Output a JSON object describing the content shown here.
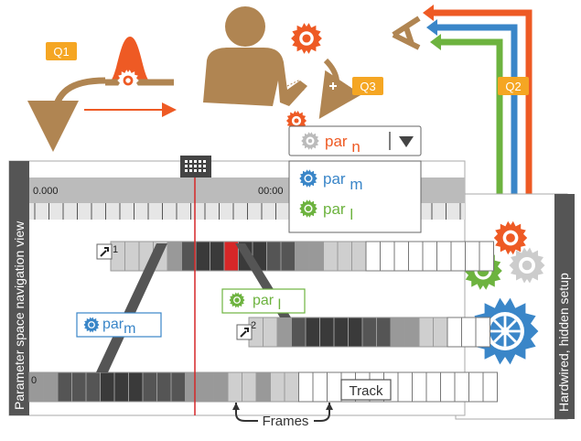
{
  "badges": {
    "q1": "Q1",
    "q2": "Q2",
    "q3": "Q3"
  },
  "dropdown": {
    "selected": {
      "base": "par",
      "sub": "n"
    },
    "options": [
      {
        "base": "par",
        "sub": "m"
      },
      {
        "base": "par",
        "sub": "l"
      }
    ]
  },
  "timeline": {
    "time_start": "0.000",
    "time_mid": "00:00"
  },
  "tracks": [
    {
      "index": "1"
    },
    {
      "index": "2"
    },
    {
      "index": "0"
    }
  ],
  "param_labels": {
    "par_l": {
      "base": "par",
      "sub": "l"
    },
    "par_m": {
      "base": "par",
      "sub": "m"
    }
  },
  "labels": {
    "track": "Track",
    "frames": "Frames",
    "left_vertical": "Parameter space navigation view",
    "right_vertical": "Hardwired, hidden setup"
  },
  "colors": {
    "orange": "#ee5a24",
    "blue": "#3a86c8",
    "green": "#6db33f",
    "tan": "#b08552",
    "badge": "#f5a623",
    "gray_dark": "#444444",
    "playhead": "#d62728"
  }
}
